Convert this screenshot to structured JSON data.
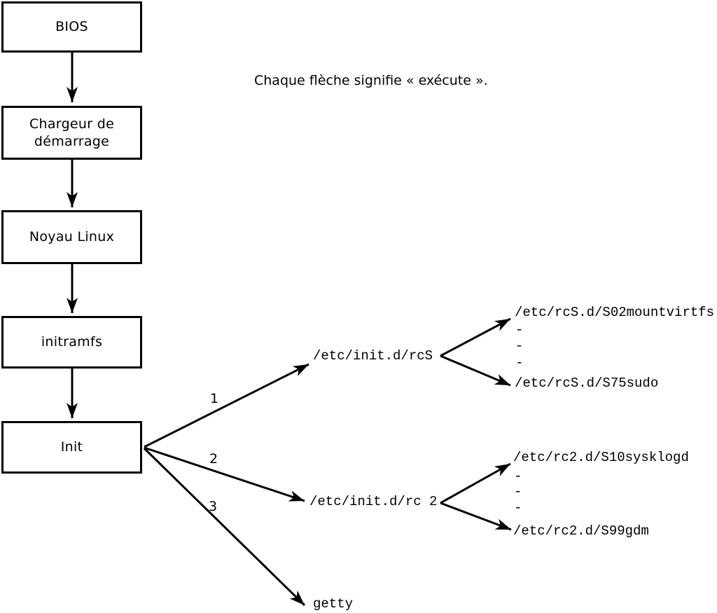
{
  "note": "Chaque flèche signifie « exécute ».",
  "boot_chain": [
    {
      "id": "bios",
      "label": "BIOS"
    },
    {
      "id": "bootloader",
      "label": "Chargeur de\ndémarrage"
    },
    {
      "id": "kernel",
      "label": "Noyau Linux"
    },
    {
      "id": "initramfs",
      "label": "initramfs"
    },
    {
      "id": "init",
      "label": "Init"
    }
  ],
  "init_branches": [
    {
      "number": "1",
      "target": "/etc/init.d/rcS",
      "children": {
        "first": "/etc/rcS.d/S02mountvirtfs",
        "dashes": [
          "-",
          "-",
          "-"
        ],
        "last": "/etc/rcS.d/S75sudo"
      }
    },
    {
      "number": "2",
      "target": "/etc/init.d/rc 2",
      "children": {
        "first": "/etc/rc2.d/S10sysklogd",
        "dashes": [
          "-",
          "-",
          "-"
        ],
        "last": "/etc/rc2.d/S99gdm"
      }
    },
    {
      "number": "3",
      "target": "getty"
    }
  ],
  "colors": {
    "background": "#ffffff",
    "line": "#000000",
    "box_fill": "#ffffff",
    "text": "#000000"
  }
}
